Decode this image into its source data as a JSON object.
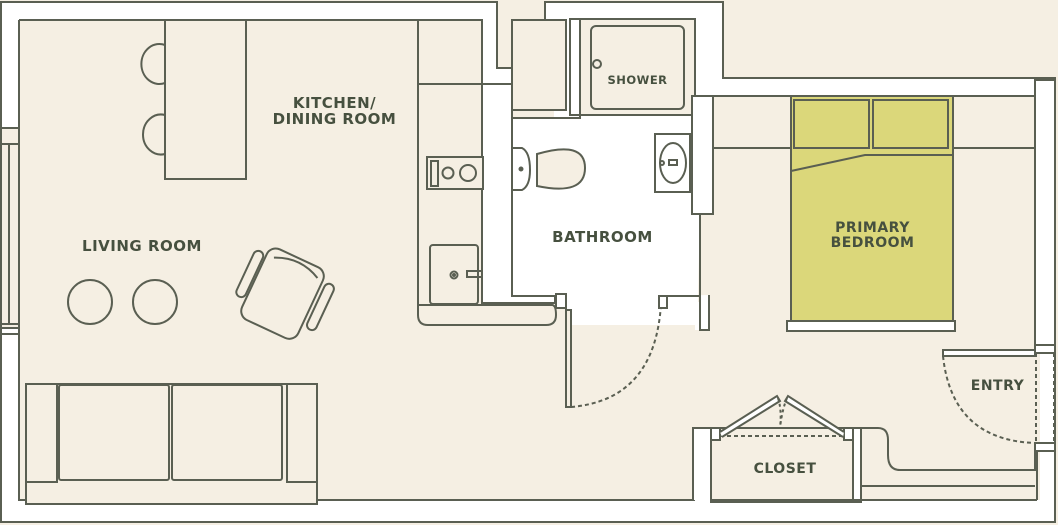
{
  "floorplan": {
    "colors": {
      "floor": "#f5efe3",
      "wall_fill": "#ffffff",
      "line": "#5a5f52",
      "bed_fill": "#dbd77a",
      "label": "#46503f"
    },
    "rooms": [
      {
        "id": "kitchen",
        "label": "KITCHEN/\nDINING ROOM"
      },
      {
        "id": "living",
        "label": "LIVING ROOM"
      },
      {
        "id": "shower",
        "label": "SHOWER"
      },
      {
        "id": "bathroom",
        "label": "BATHROOM"
      },
      {
        "id": "bedroom",
        "label": "PRIMARY\nBEDROOM"
      },
      {
        "id": "entry",
        "label": "ENTRY"
      },
      {
        "id": "closet",
        "label": "CLOSET"
      }
    ]
  }
}
